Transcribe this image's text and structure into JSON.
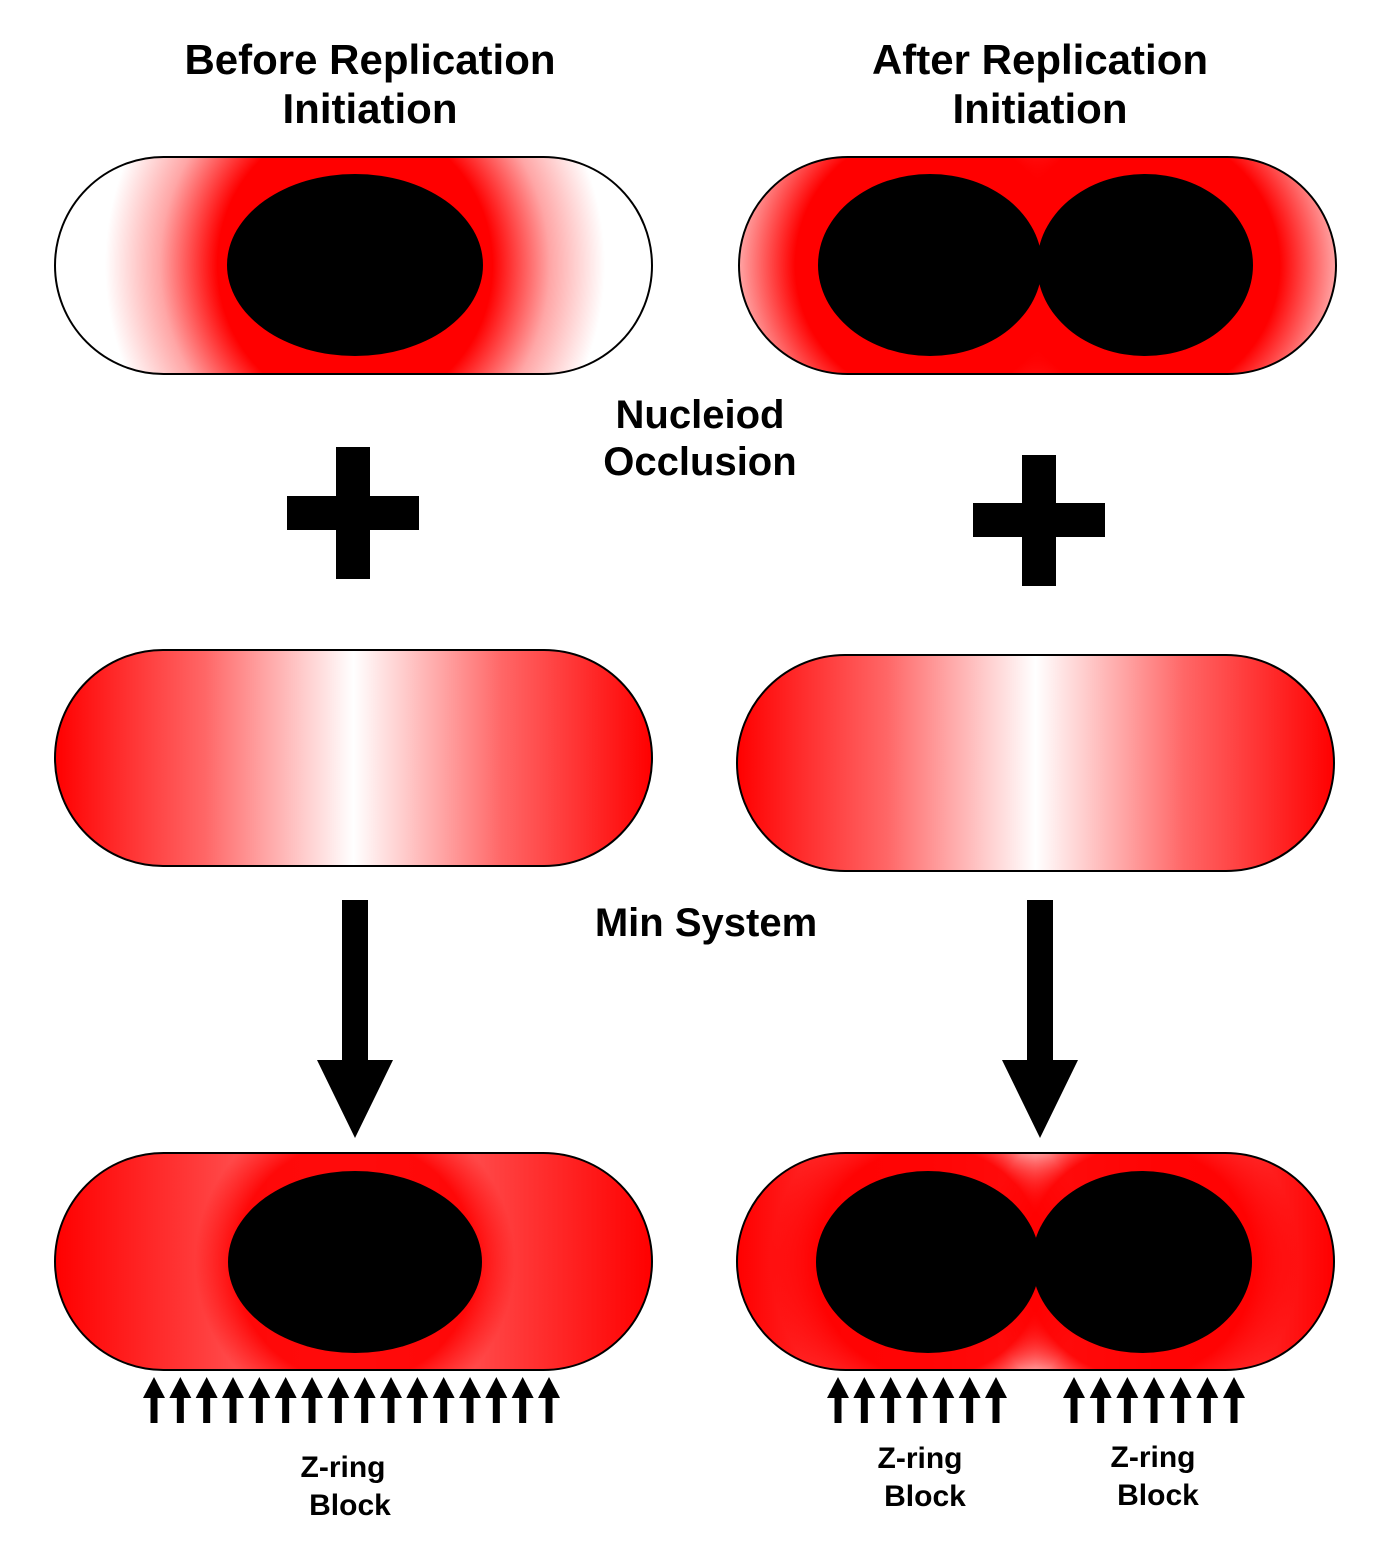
{
  "columns": {
    "before": {
      "title_line1": "Before Replication",
      "title_line2": "Initiation",
      "zring_line1": "Z-ring",
      "zring_line2": "Block",
      "zring_arrow_count": 16
    },
    "after": {
      "title_line1": "After Replication",
      "title_line2": "Initiation",
      "zring_left_line1": "Z-ring",
      "zring_left_line2": "Block",
      "zring_right_line1": "Z-ring",
      "zring_right_line2": "Block",
      "zring_arrow_count_left": 7,
      "zring_arrow_count_right": 7
    }
  },
  "center_labels": {
    "nucleoid_line1": "Nucleiod",
    "nucleoid_line2": "Occlusion",
    "min_system": "Min System"
  },
  "colors": {
    "inhibitor_red": "#ff0000",
    "nucleoid": "#000000",
    "outline": "#000000",
    "background": "#ffffff"
  }
}
